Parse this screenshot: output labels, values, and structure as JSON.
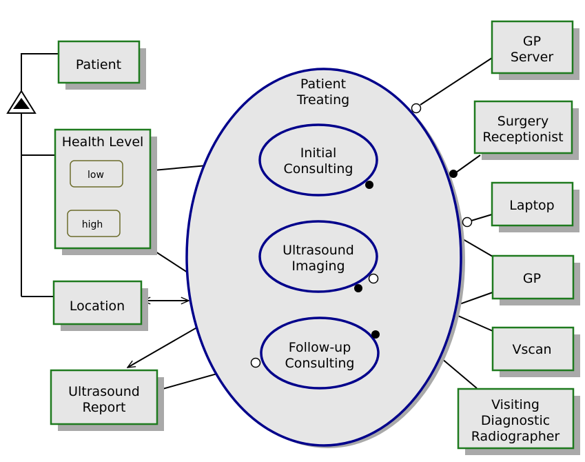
{
  "actors": {
    "patient": "Patient",
    "health_level": "Health Level",
    "location": "Location",
    "ultrasound_report": [
      "Ultrasound",
      "Report"
    ],
    "gp_server": [
      "GP",
      "Server"
    ],
    "surgery_receptionist": [
      "Surgery",
      "Receptionist"
    ],
    "laptop": "Laptop",
    "gp": "GP",
    "vscan": "Vscan",
    "visiting_radiographer": [
      "Visiting",
      "Diagnostic",
      "Radiographer"
    ]
  },
  "states": {
    "low": "low",
    "high": "high"
  },
  "system": {
    "title": [
      "Patient",
      "Treating"
    ]
  },
  "use_cases": {
    "initial": [
      "Initial",
      "Consulting"
    ],
    "ultrasound": [
      "Ultrasound",
      "Imaging"
    ],
    "followup": [
      "Follow-up",
      "Consulting"
    ]
  }
}
